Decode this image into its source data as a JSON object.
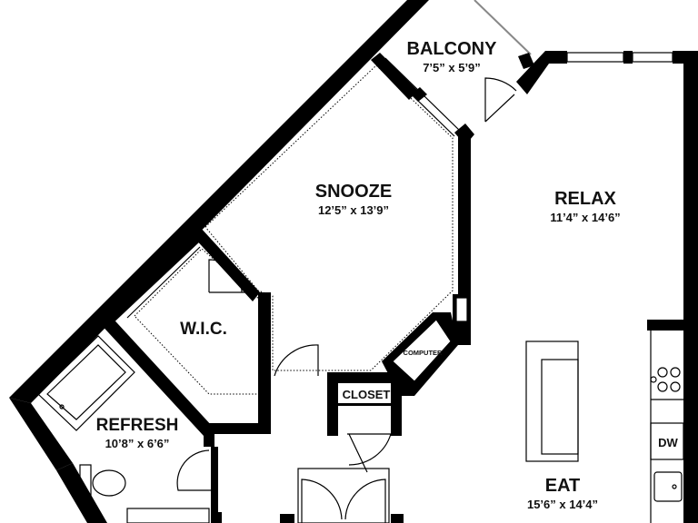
{
  "rooms": {
    "balcony": {
      "name": "BALCONY",
      "dims": "7’5” x 5’9”"
    },
    "snooze": {
      "name": "SNOOZE",
      "dims": "12’5” x 13’9”"
    },
    "relax": {
      "name": "RELAX",
      "dims": "11’4” x 14’6”"
    },
    "wic": {
      "name": "W.I.C."
    },
    "refresh": {
      "name": "REFRESH",
      "dims": "10’8” x 6’6”"
    },
    "closet": {
      "name": "CLOSET"
    },
    "computer": {
      "name": "COMPUTER"
    },
    "eat": {
      "name": "EAT",
      "dims": "15’6” x 14’4”"
    }
  },
  "appliances": {
    "dishwasher": "DW"
  },
  "colors": {
    "wall": "#000000",
    "background": "#ffffff"
  }
}
